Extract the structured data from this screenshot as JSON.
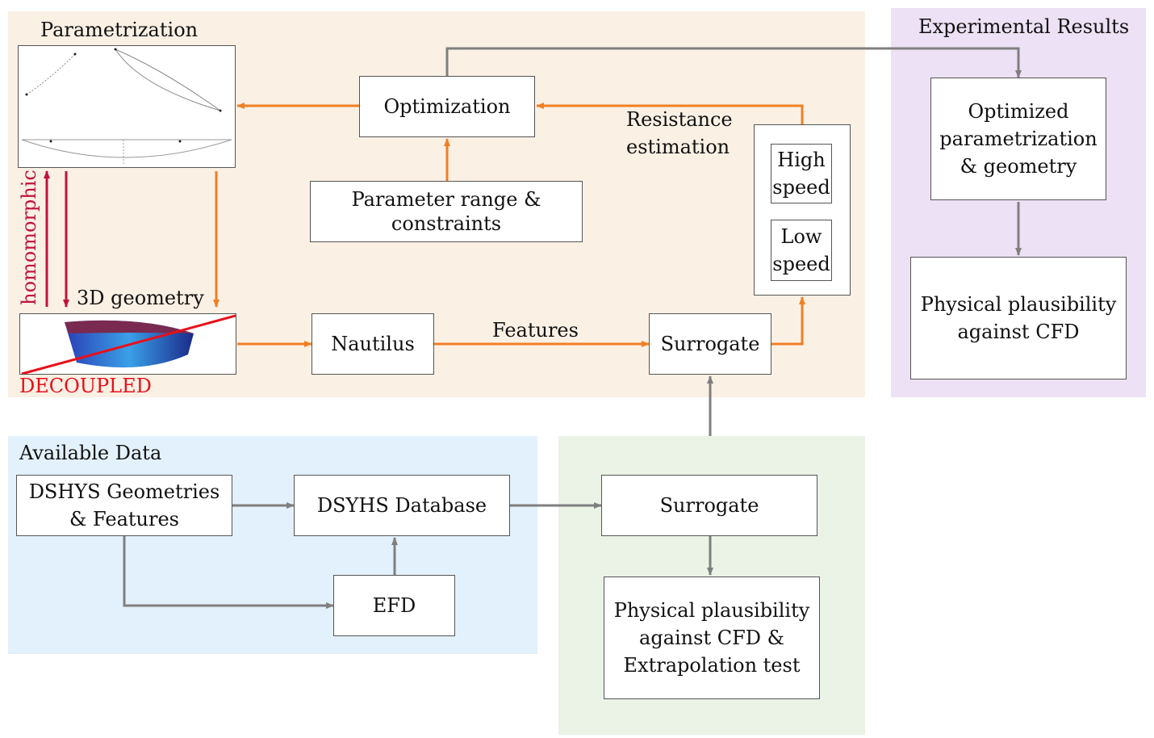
{
  "regions": {
    "parametrization_title": "Parametrization",
    "experimental_title": "Experimental Results",
    "available_title": "Available Data"
  },
  "boxes": {
    "optimization": "Optimization",
    "param_range": "Parameter range &\nconstraints",
    "nautilus": "Nautilus",
    "surrogate_top": "Surrogate",
    "high_speed": "High\nspeed",
    "low_speed": "Low\nspeed",
    "optimized": "Optimized\nparametrization\n& geometry",
    "plausibility_exp": "Physical plausibility\nagainst CFD",
    "dshys_geom": "DSHYS Geometries\n& Features",
    "dsyhs_db": "DSYHS Database",
    "efd": "EFD",
    "surrogate_bottom": "Surrogate",
    "plausibility_green": "Physical plausibility\nagainst CFD &\nExtrapolation test"
  },
  "labels": {
    "resistance": "Resistance\nestimation",
    "features": "Features",
    "geometry3d": "3D geometry",
    "homomorphic": "homomorphic",
    "decoupled": "DECOUPLED"
  },
  "colors": {
    "orange_region": "#fbf0e4",
    "purple_region": "#ece1f5",
    "blue_region": "#e3f1fc",
    "green_region": "#eaf3e6",
    "orange_arrow": "#f07f24",
    "gray_arrow": "#7f7f7f",
    "crimson": "#c0143c",
    "red": "#e8101a"
  }
}
